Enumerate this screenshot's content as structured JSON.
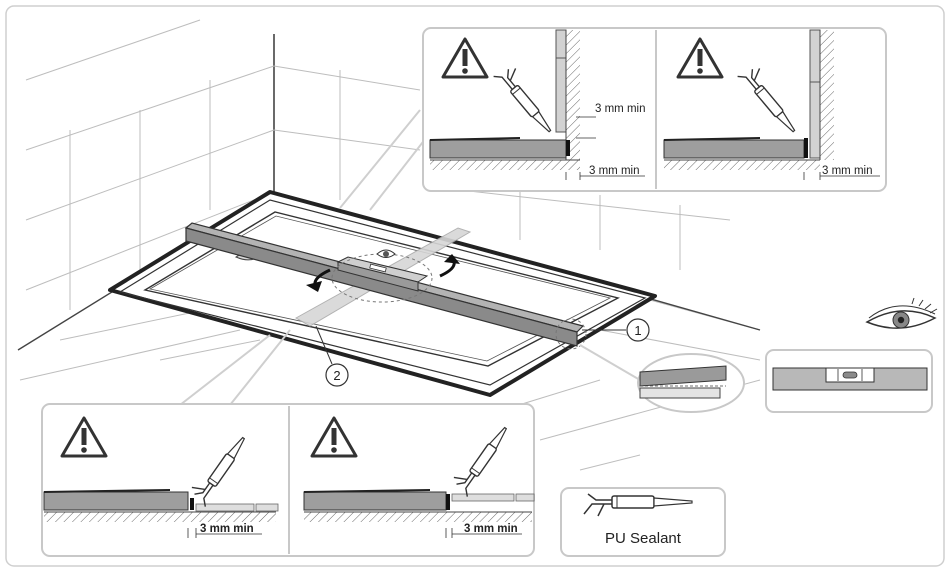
{
  "labels": {
    "min_gap": "3 mm min",
    "callout_1": "1",
    "callout_2": "2",
    "sealant": "PU Sealant"
  },
  "colors": {
    "frame": "#c8c8c8",
    "line": "#3a3a3a",
    "gray_fill": "#9a9a9a",
    "light_fill": "#d2d2d2"
  },
  "icons": [
    "warning-icon",
    "sealant-gun-icon",
    "eye-icon",
    "rotate-arrow-icon",
    "spirit-level-icon"
  ]
}
